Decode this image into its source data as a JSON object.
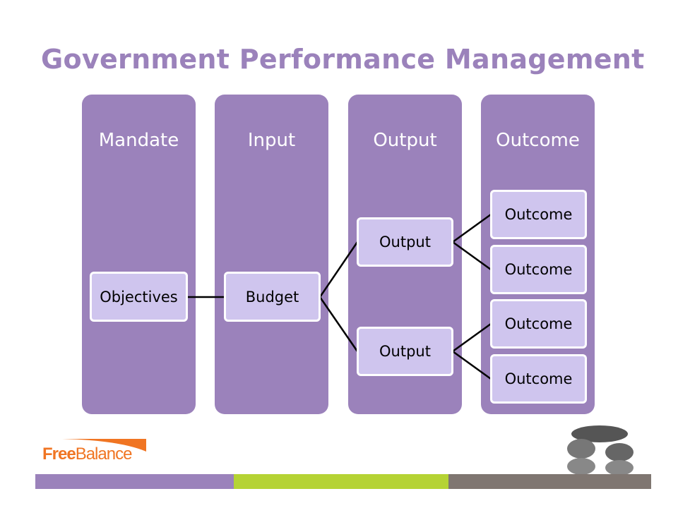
{
  "title": "Government Performance Management",
  "columns": [
    {
      "label": "Mandate"
    },
    {
      "label": "Input"
    },
    {
      "label": "Output"
    },
    {
      "label": "Outcome"
    }
  ],
  "nodes": {
    "objectives": "Objectives",
    "budget": "Budget",
    "outputs": [
      "Output",
      "Output"
    ],
    "outcomes": [
      "Outcome",
      "Outcome",
      "Outcome",
      "Outcome"
    ]
  },
  "logo": {
    "text_bold": "Free",
    "text_light": "Balance"
  },
  "colors": {
    "purple": "#9b82bb",
    "light": "#cfc5ee",
    "green": "#b5d334",
    "gray": "#7f7671",
    "orange": "#f07523"
  }
}
